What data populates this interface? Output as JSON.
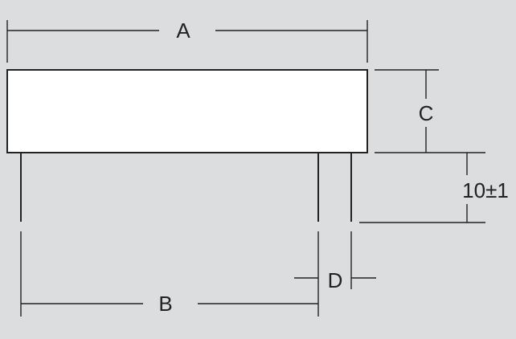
{
  "colors": {
    "background": "#dcdddf",
    "line": "#222222",
    "body_fill": "#ffffff"
  },
  "labels": {
    "a": "A",
    "b": "B",
    "c": "C",
    "d": "D",
    "lead_length": "10±1"
  }
}
